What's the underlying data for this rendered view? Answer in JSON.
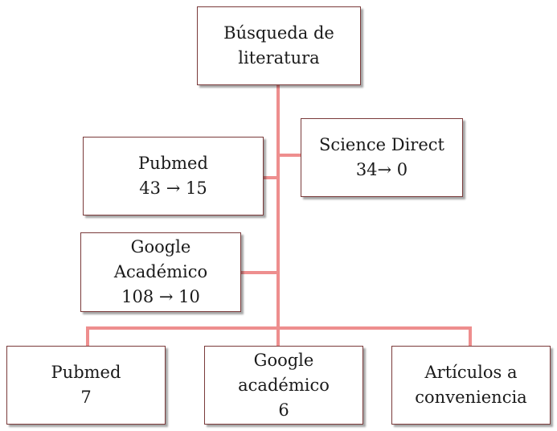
{
  "colors": {
    "connector": "#ee8e8e",
    "box_border": "#7a3a3a",
    "background": "#ffffff"
  },
  "nodes": {
    "root": {
      "lines": [
        "Búsqueda de",
        "literatura"
      ]
    },
    "science_direct": {
      "title": "Science Direct",
      "count": "34→ 0"
    },
    "pubmed_search": {
      "title": "Pubmed",
      "count": "43 → 15"
    },
    "google_search": {
      "title_lines": [
        "Google",
        "Académico"
      ],
      "count": "108 → 10"
    },
    "pubmed_result": {
      "title": "Pubmed",
      "count": "7"
    },
    "google_result": {
      "title_lines": [
        "Google",
        "académico"
      ],
      "count": "6"
    },
    "articles_result": {
      "lines": [
        "Artículos a",
        "conveniencia"
      ]
    }
  }
}
